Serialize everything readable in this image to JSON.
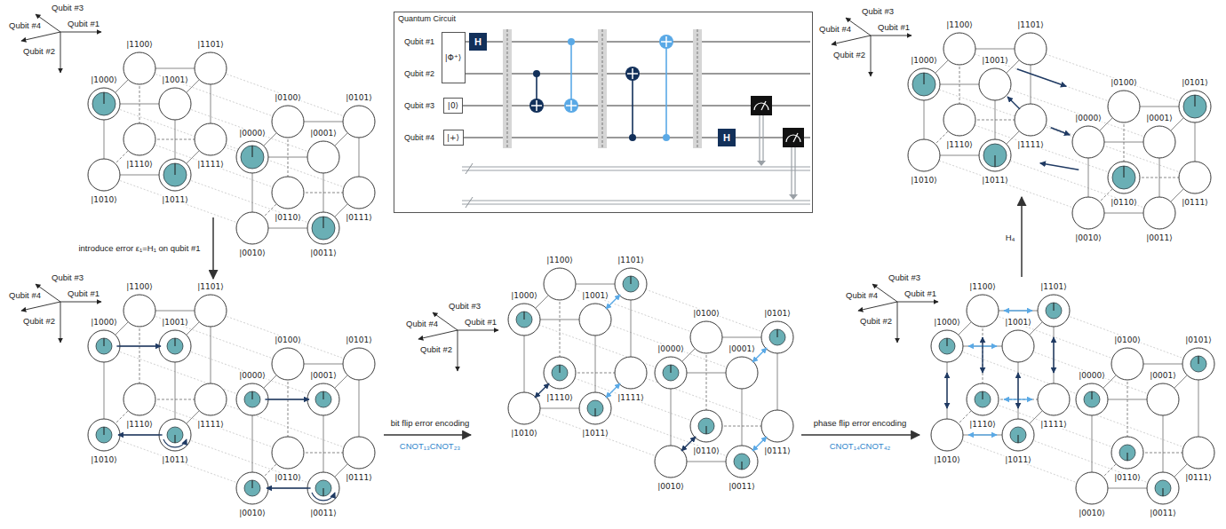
{
  "diagram": {
    "nodes": [
      {
        "text": [
          "Quantum Circuit"
        ]
      },
      {
        "text": [
          "|Φ⁺⟩"
        ],
        "in": 0
      },
      {
        "text": [
          "H"
        ],
        "in": 0
      },
      {
        "text": [
          "|0⟩"
        ],
        "in": 0
      },
      {
        "text": [
          "|+⟩"
        ],
        "in": 0
      },
      {
        "text": [
          "H"
        ],
        "in": 0
      }
    ],
    "labels": [
      "Qubit #1",
      "Qubit #2",
      "Qubit #3",
      "Qubit #4",
      "Qubit #3",
      "Qubit #4",
      "Qubit #1",
      "Qubit #2",
      "|0000⟩",
      "|0001⟩",
      "|0010⟩",
      "|0011⟩",
      "|0100⟩",
      "|0101⟩",
      "|0110⟩",
      "|0111⟩",
      "|1000⟩",
      "|1001⟩",
      "|1010⟩",
      "|1011⟩",
      "|1100⟩",
      "|1101⟩",
      "|1110⟩",
      "|1111⟩",
      "introduce error ε₁=H₁ on qubit #1",
      "Qubit #3",
      "Qubit #4",
      "Qubit #1",
      "Qubit #2",
      "|0000⟩",
      "|0001⟩",
      "|0010⟩",
      "|0011⟩",
      "|0100⟩",
      "|0101⟩",
      "|0110⟩",
      "|0111⟩",
      "|1000⟩",
      "|1001⟩",
      "|1010⟩",
      "|1011⟩",
      "|1100⟩",
      "|1101⟩",
      "|1110⟩",
      "|1111⟩",
      "bit flip error encoding",
      "CNOT₁₃CNOT₂₃",
      "Qubit #3",
      "Qubit #4",
      "Qubit #1",
      "Qubit #2",
      "|0000⟩",
      "|0001⟩",
      "|0010⟩",
      "|0011⟩",
      "|0100⟩",
      "|0101⟩",
      "|0110⟩",
      "|0111⟩",
      "|1000⟩",
      "|1001⟩",
      "|1010⟩",
      "|1011⟩",
      "|1100⟩",
      "|1101⟩",
      "|1110⟩",
      "|1111⟩",
      "phase flip error encoding",
      "CNOT₁₄CNOT₄₂",
      "Qubit #3",
      "Qubit #4",
      "Qubit #1",
      "Qubit #2",
      "|0000⟩",
      "|0001⟩",
      "|0010⟩",
      "|0011⟩",
      "|0100⟩",
      "|0101⟩",
      "|0110⟩",
      "|0111⟩",
      "|1000⟩",
      "|1001⟩",
      "|1010⟩",
      "|1011⟩",
      "|1100⟩",
      "|1101⟩",
      "|1110⟩",
      "|1111⟩",
      "H₄",
      "Qubit #3",
      "Qubit #4",
      "Qubit #1",
      "Qubit #2",
      "|0000⟩",
      "|0001⟩",
      "|0010⟩",
      "|0011⟩",
      "|0100⟩",
      "|0101⟩",
      "|0110⟩",
      "|0111⟩",
      "|1000⟩",
      "|1001⟩",
      "|1010⟩",
      "|1011⟩",
      "|1100⟩",
      "|1101⟩",
      "|1110⟩",
      "|1111⟩"
    ]
  }
}
